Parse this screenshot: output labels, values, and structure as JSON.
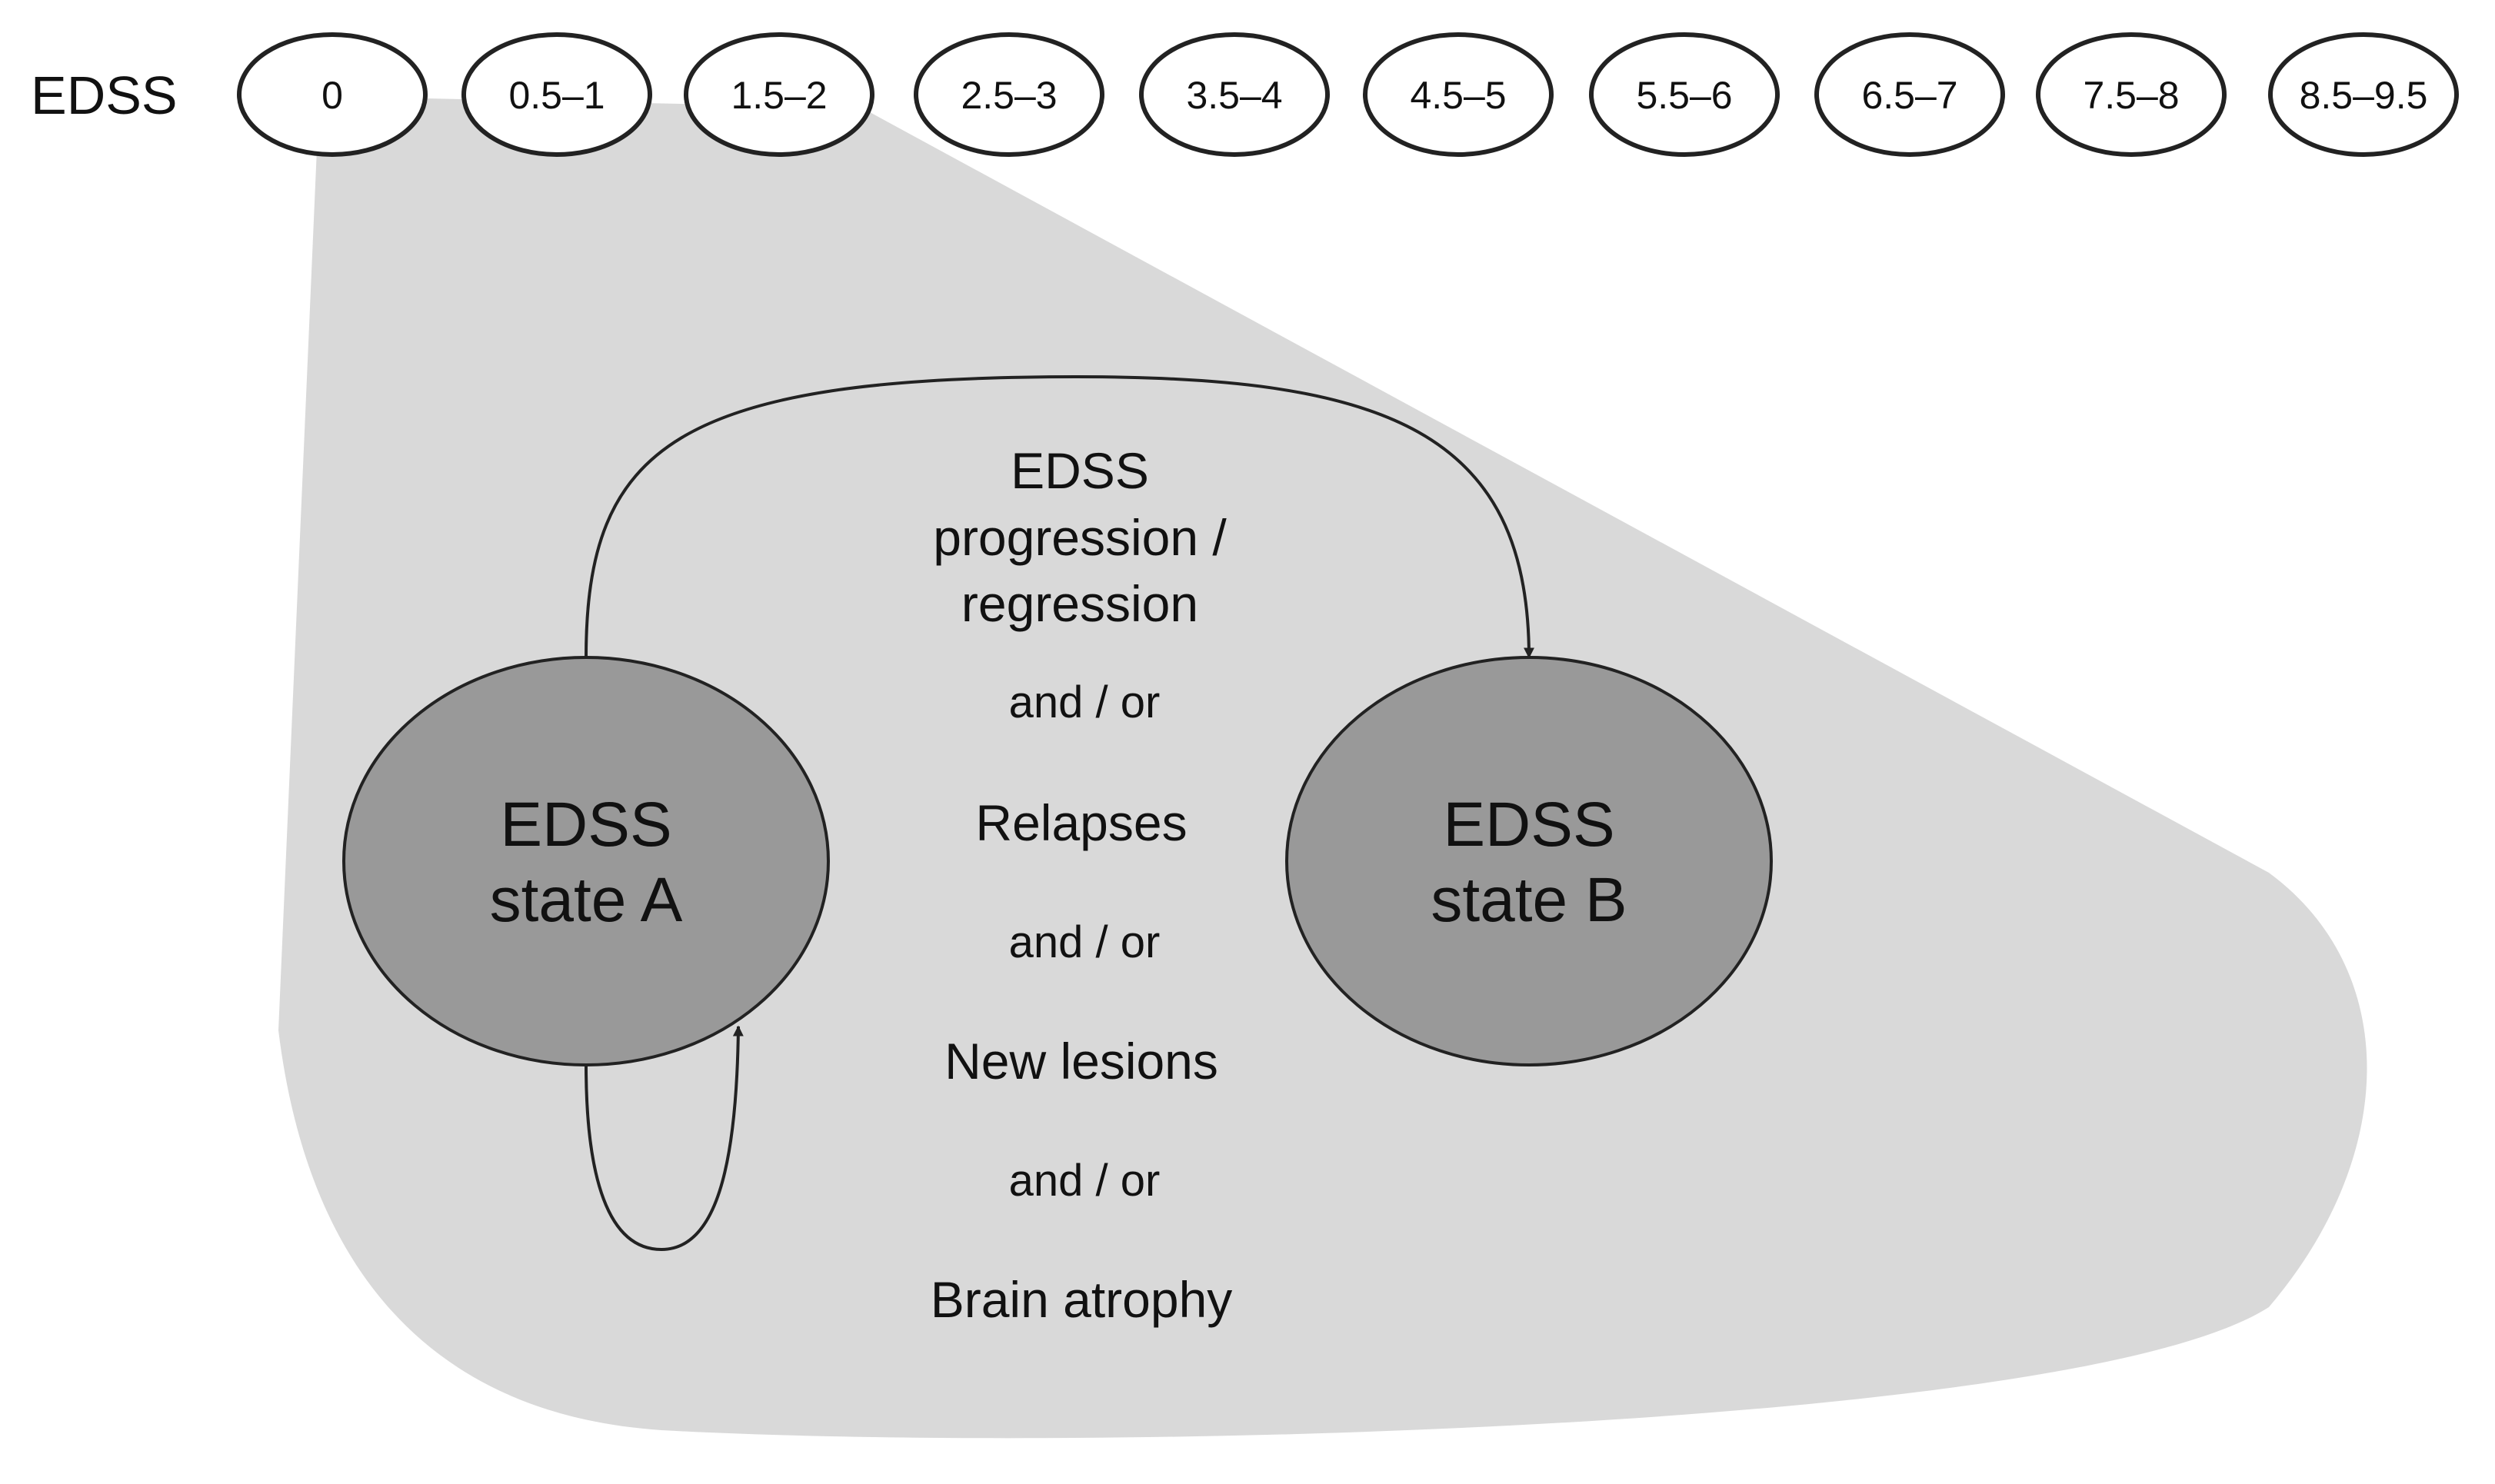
{
  "scale_label": "EDSS",
  "scale_states": [
    "0",
    "0.5–1",
    "1.5–2",
    "2.5–3",
    "3.5–4",
    "4.5–5",
    "5.5–6",
    "6.5–7",
    "7.5–8",
    "8.5–9.5"
  ],
  "state_a": {
    "line1": "EDSS",
    "line2": "state A"
  },
  "state_b": {
    "line1": "EDSS",
    "line2": "state B"
  },
  "transition": {
    "progression": [
      "EDSS",
      "progression /",
      "regression"
    ],
    "connector": "and / or",
    "relapses": "Relapses",
    "new_lesions": "New lesions",
    "brain_atrophy": "Brain atrophy"
  },
  "colors": {
    "zoom_region": "#d9d9d9",
    "state_fill": "#999999",
    "scale_fill": "#ffffff",
    "stroke": "#222222"
  }
}
